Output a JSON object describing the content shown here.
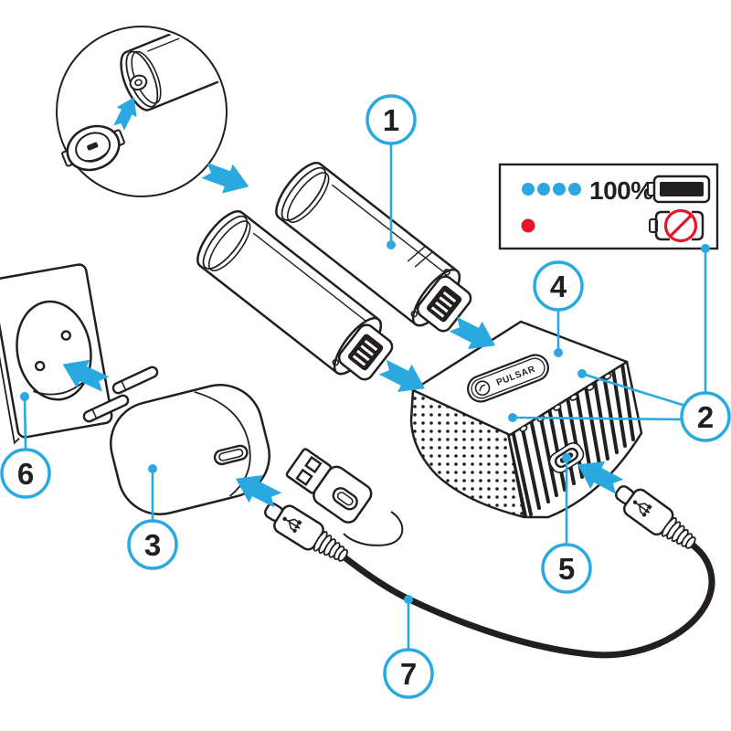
{
  "figure": {
    "type": "instructional-diagram",
    "subject": "Battery pack charging setup with dock, power adapter, wall socket and USB cable",
    "callouts": [
      {
        "label": "1"
      },
      {
        "label": "2"
      },
      {
        "label": "3"
      },
      {
        "label": "4"
      },
      {
        "label": "5"
      },
      {
        "label": "6"
      },
      {
        "label": "7"
      }
    ],
    "status_legend": {
      "charged_dot_count": 4,
      "charged_percent": "100%",
      "charged_icon": "battery-full-icon",
      "error_dot_count": 1,
      "error_icon": "battery-prohibited-icon"
    },
    "brand_label": "PULSAR",
    "colors": {
      "accent_blue": "#29A9E0",
      "alert_red": "#E8132B",
      "line_ink": "#231F20",
      "background": "#FFFFFF"
    }
  }
}
